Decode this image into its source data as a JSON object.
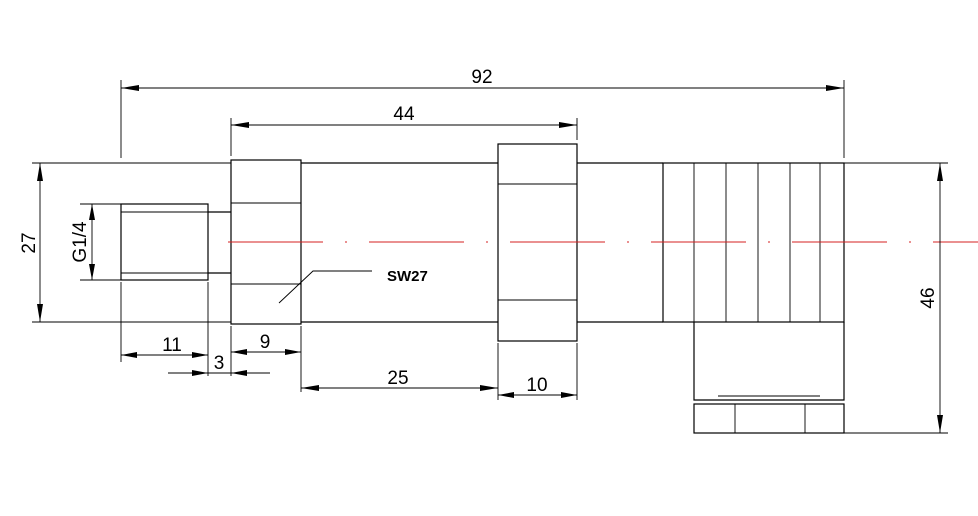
{
  "drawing": {
    "dimensions": {
      "overall_length": "92",
      "body_length": "44",
      "hex_height": "27",
      "thread_spec": "G1/4",
      "connector_height": "46",
      "thread_length": "11",
      "undercut": "3",
      "hex_width": "9",
      "gap_length": "25",
      "nut_width": "10"
    },
    "callouts": {
      "wrench_size": "SW27"
    },
    "colors": {
      "lines": "#000000",
      "centerline": "#d62020",
      "background": "#ffffff"
    }
  }
}
